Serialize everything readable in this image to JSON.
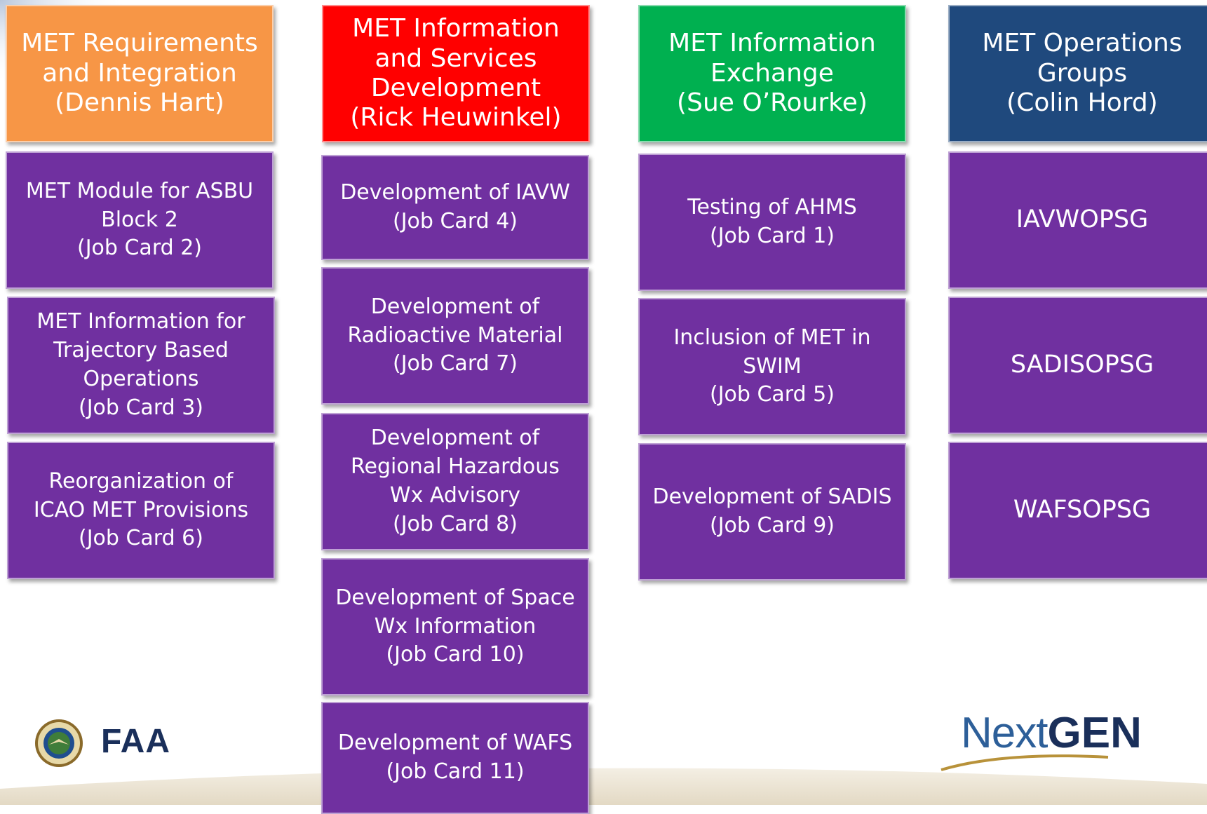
{
  "colors": {
    "purple": "#7030a0",
    "orange": "#f79646",
    "red": "#ff0000",
    "green": "#00b050",
    "navy": "#1f497d"
  },
  "columns": [
    {
      "header": "MET Requirements\nand Integration\n(Dennis Hart)",
      "header_color": "#f79646",
      "items": [
        "MET Module for ASBU\nBlock 2\n(Job Card 2)",
        "MET Information for\nTrajectory Based\nOperations\n(Job Card 3)",
        "Reorganization of\nICAO MET Provisions\n(Job Card 6)"
      ]
    },
    {
      "header": "MET Information\nand Services\nDevelopment\n(Rick Heuwinkel)",
      "header_color": "#ff0000",
      "items": [
        "Development of IAVW\n(Job Card 4)",
        "Development of\nRadioactive Material\n(Job Card 7)",
        "Development of\nRegional Hazardous\nWx Advisory\n(Job Card 8)",
        "Development of Space\nWx Information\n(Job Card 10)",
        "Development of WAFS\n(Job Card 11)"
      ]
    },
    {
      "header": "MET Information\nExchange\n(Sue O’Rourke)",
      "header_color": "#00b050",
      "items": [
        "Testing of AHMS\n(Job Card 1)",
        "Inclusion of MET in\nSWIM\n(Job Card 5)",
        "Development of SADIS\n(Job Card 9)"
      ]
    },
    {
      "header": "MET Operations\nGroups\n(Colin Hord)",
      "header_color": "#1f497d",
      "items": [
        "IAVWOPSG",
        "SADISOPSG",
        "WAFSOPSG"
      ]
    }
  ],
  "logos": {
    "faa": "FAA",
    "nextgen_light": "Next",
    "nextgen_bold": "GEN"
  }
}
